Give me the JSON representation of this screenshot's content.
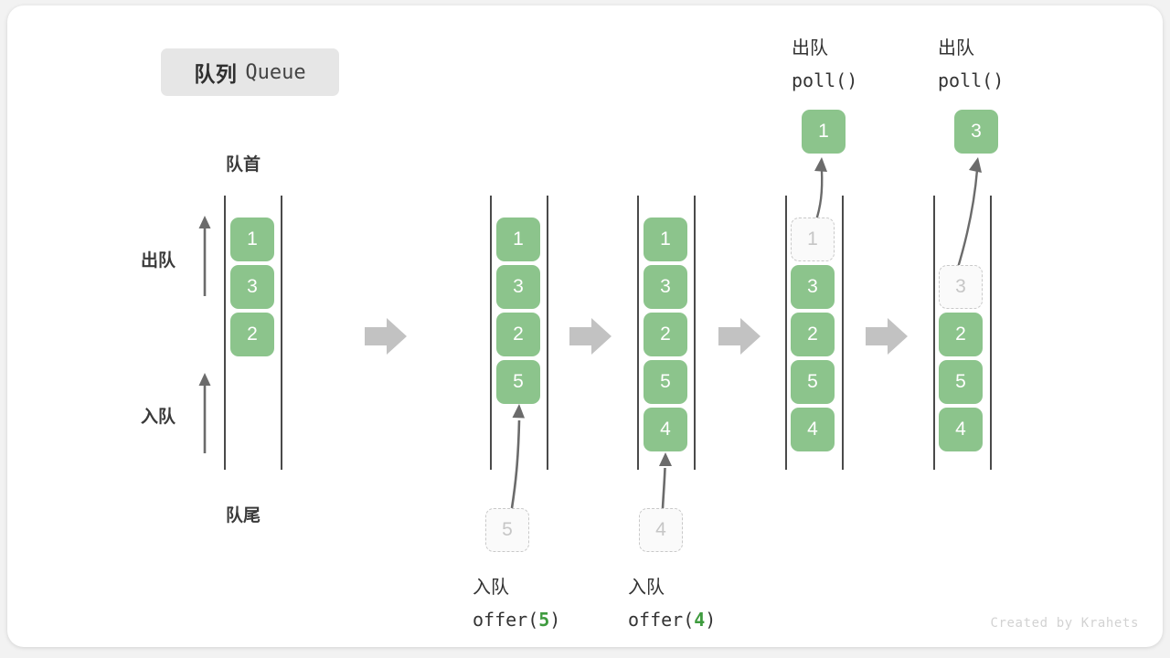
{
  "title": {
    "cn": "队列",
    "en": "Queue"
  },
  "labels": {
    "head": "队首",
    "tail": "队尾",
    "dequeue": "出队",
    "enqueue": "入队"
  },
  "colors": {
    "cell_fill": "#8cc48c",
    "cell_text": "#ffffff",
    "ghost_fill": "#fafafa",
    "ghost_border": "#c9c9c9",
    "ghost_text": "#c6c6c6",
    "rail": "#4a4a4a",
    "arrow": "#6b6b6b",
    "step_arrow": "#c2c2c2",
    "accent_number": "#3e9b3e",
    "badge_bg": "#e6e6e6",
    "canvas_bg": "#ffffff",
    "page_bg": "#f2f2f2"
  },
  "stages": [
    {
      "name": "initial",
      "cells": [
        {
          "value": "1",
          "state": "filled"
        },
        {
          "value": "3",
          "state": "filled"
        },
        {
          "value": "2",
          "state": "filled"
        }
      ]
    },
    {
      "name": "after-offer-5",
      "cells": [
        {
          "value": "1",
          "state": "filled"
        },
        {
          "value": "3",
          "state": "filled"
        },
        {
          "value": "2",
          "state": "filled"
        },
        {
          "value": "5",
          "state": "filled"
        }
      ],
      "incoming": {
        "value": "5",
        "state": "ghost"
      },
      "caption": {
        "cn": "入队",
        "code_prefix": "offer(",
        "code_arg": "5",
        "code_suffix": ")"
      }
    },
    {
      "name": "after-offer-4",
      "cells": [
        {
          "value": "1",
          "state": "filled"
        },
        {
          "value": "3",
          "state": "filled"
        },
        {
          "value": "2",
          "state": "filled"
        },
        {
          "value": "5",
          "state": "filled"
        },
        {
          "value": "4",
          "state": "filled"
        }
      ],
      "incoming": {
        "value": "4",
        "state": "ghost"
      },
      "caption": {
        "cn": "入队",
        "code_prefix": "offer(",
        "code_arg": "4",
        "code_suffix": ")"
      }
    },
    {
      "name": "after-poll-1",
      "cells": [
        {
          "value": "1",
          "state": "ghost"
        },
        {
          "value": "3",
          "state": "filled"
        },
        {
          "value": "2",
          "state": "filled"
        },
        {
          "value": "5",
          "state": "filled"
        },
        {
          "value": "4",
          "state": "filled"
        }
      ],
      "outgoing": {
        "value": "1",
        "state": "filled"
      },
      "caption": {
        "cn": "出队",
        "code": "poll()"
      }
    },
    {
      "name": "after-poll-3",
      "cells": [
        {
          "value": "",
          "state": "empty"
        },
        {
          "value": "3",
          "state": "ghost"
        },
        {
          "value": "2",
          "state": "filled"
        },
        {
          "value": "5",
          "state": "filled"
        },
        {
          "value": "4",
          "state": "filled"
        }
      ],
      "outgoing": {
        "value": "3",
        "state": "filled"
      },
      "caption": {
        "cn": "出队",
        "code": "poll()"
      }
    }
  ],
  "watermark": "Created by Krahets"
}
